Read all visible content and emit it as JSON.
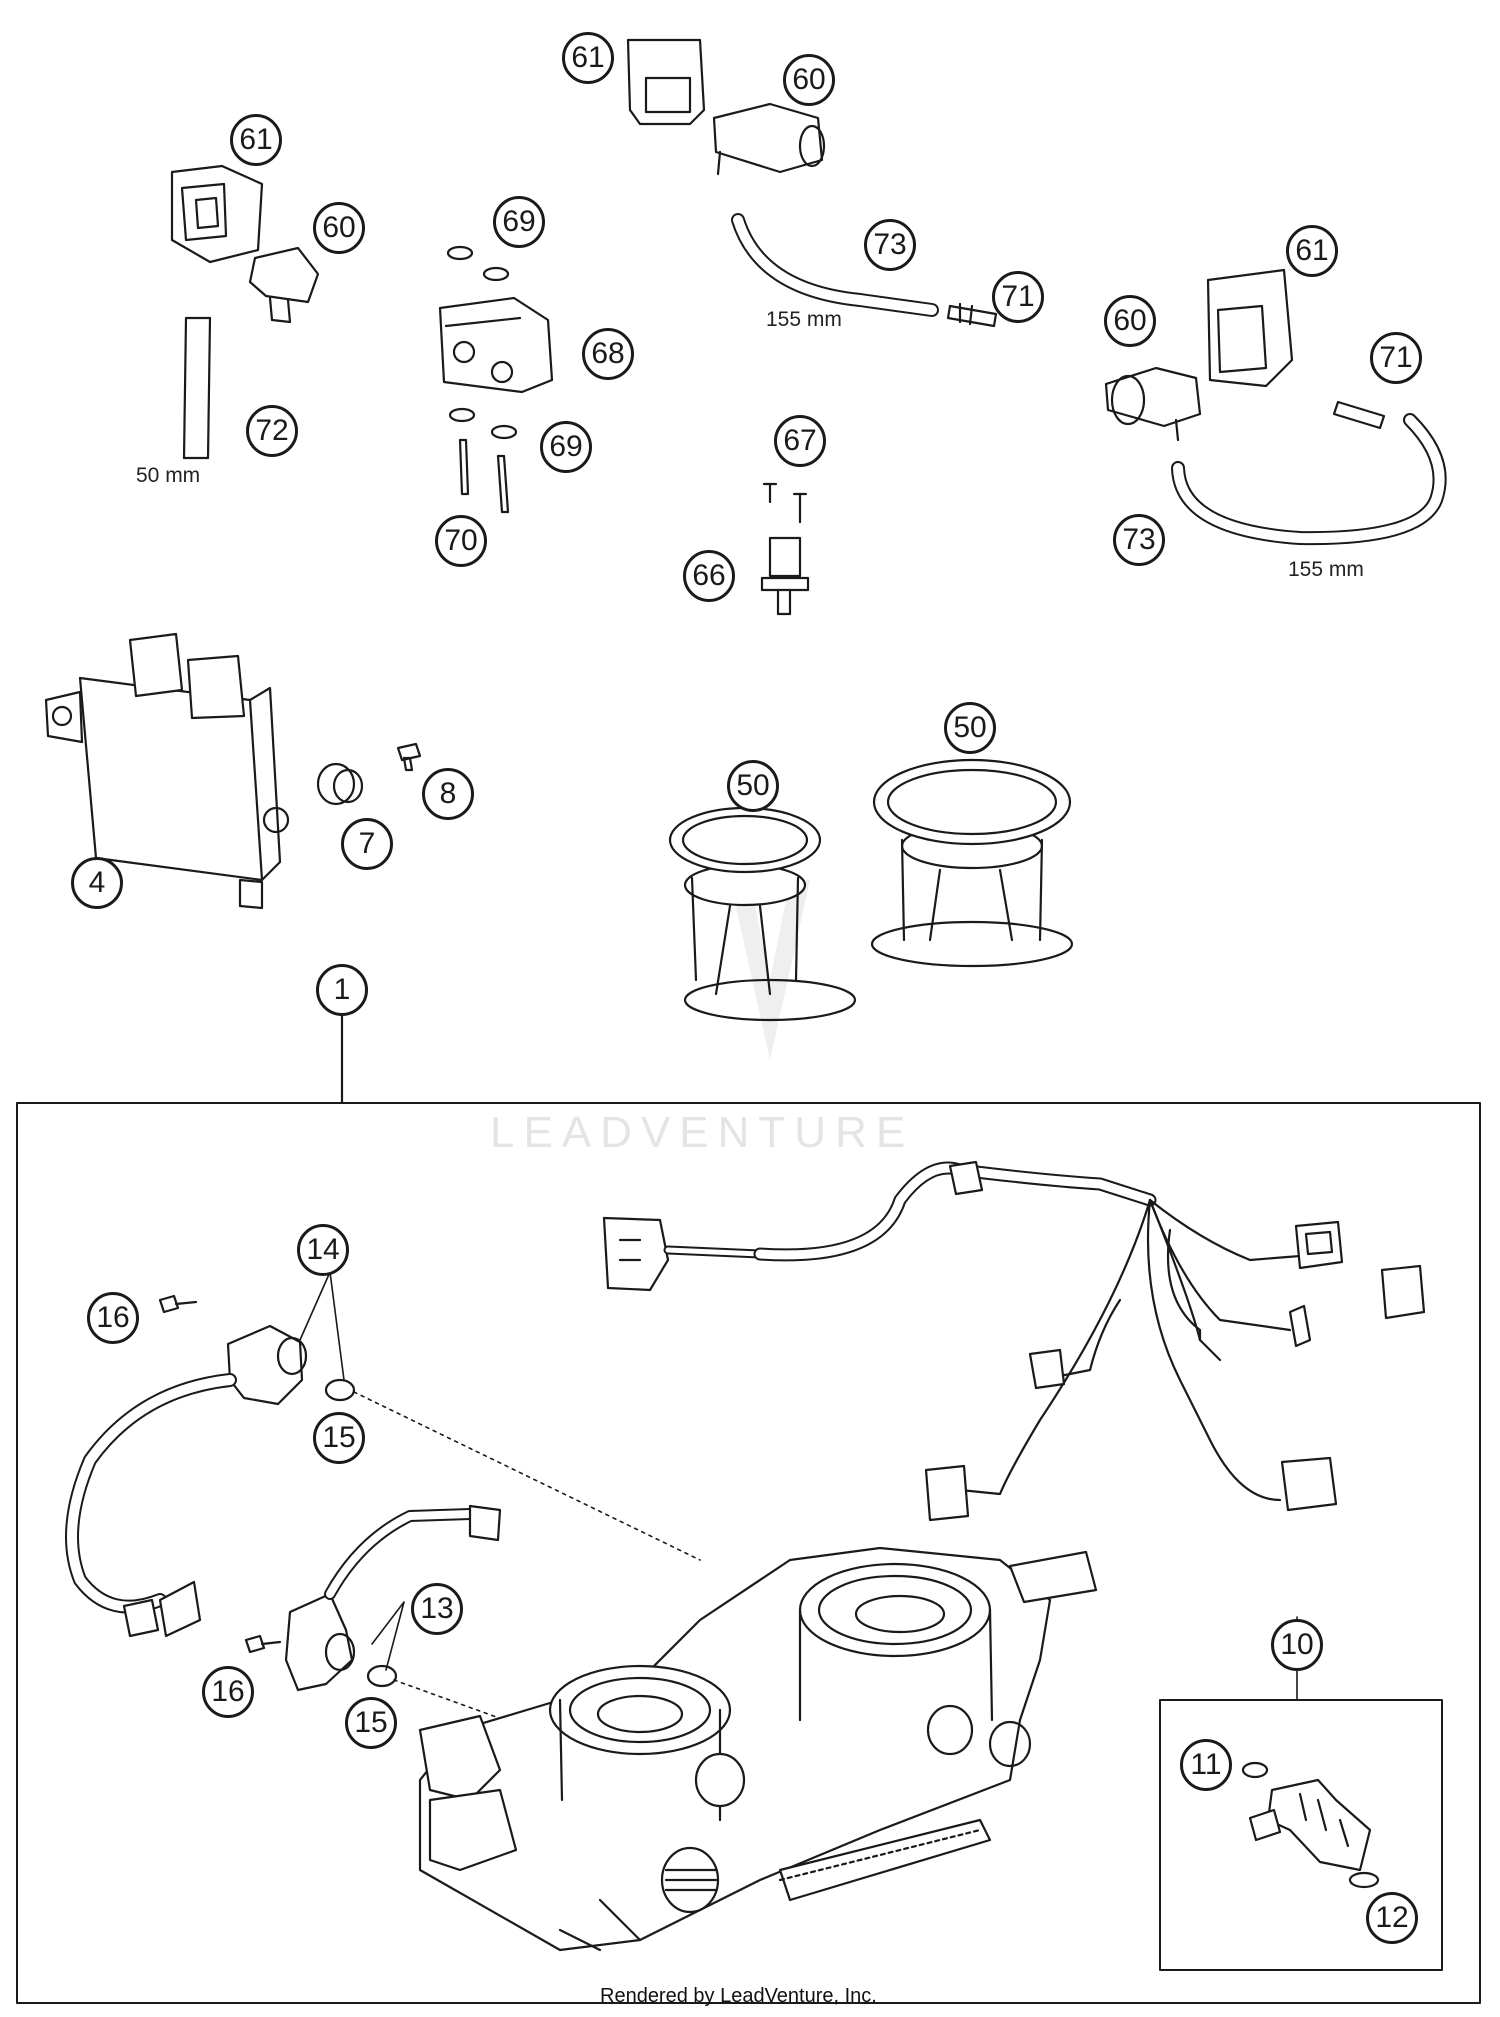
{
  "watermark": "LEADVENTURE",
  "footer": "Rendered by LeadVenture, Inc.",
  "dimensions": {
    "d_50": "50 mm",
    "d_155_top": "155 mm",
    "d_155_right": "155 mm"
  },
  "callouts": {
    "c61a": "61",
    "c60a": "60",
    "c61b": "61",
    "c60b": "60",
    "c69a": "69",
    "c68": "68",
    "c69b": "69",
    "c70": "70",
    "c72": "72",
    "c73a": "73",
    "c71a": "71",
    "c61c": "61",
    "c60c": "60",
    "c71b": "71",
    "c73b": "73",
    "c67": "67",
    "c66": "66",
    "c4": "4",
    "c7": "7",
    "c8": "8",
    "c50a": "50",
    "c50b": "50",
    "c1": "1",
    "c14": "14",
    "c16a": "16",
    "c15a": "15",
    "c13": "13",
    "c16b": "16",
    "c15b": "15",
    "c10": "10",
    "c11": "11",
    "c12": "12"
  },
  "colors": {
    "line": "#1a1a1a",
    "watermark": "#e4e4e4"
  }
}
